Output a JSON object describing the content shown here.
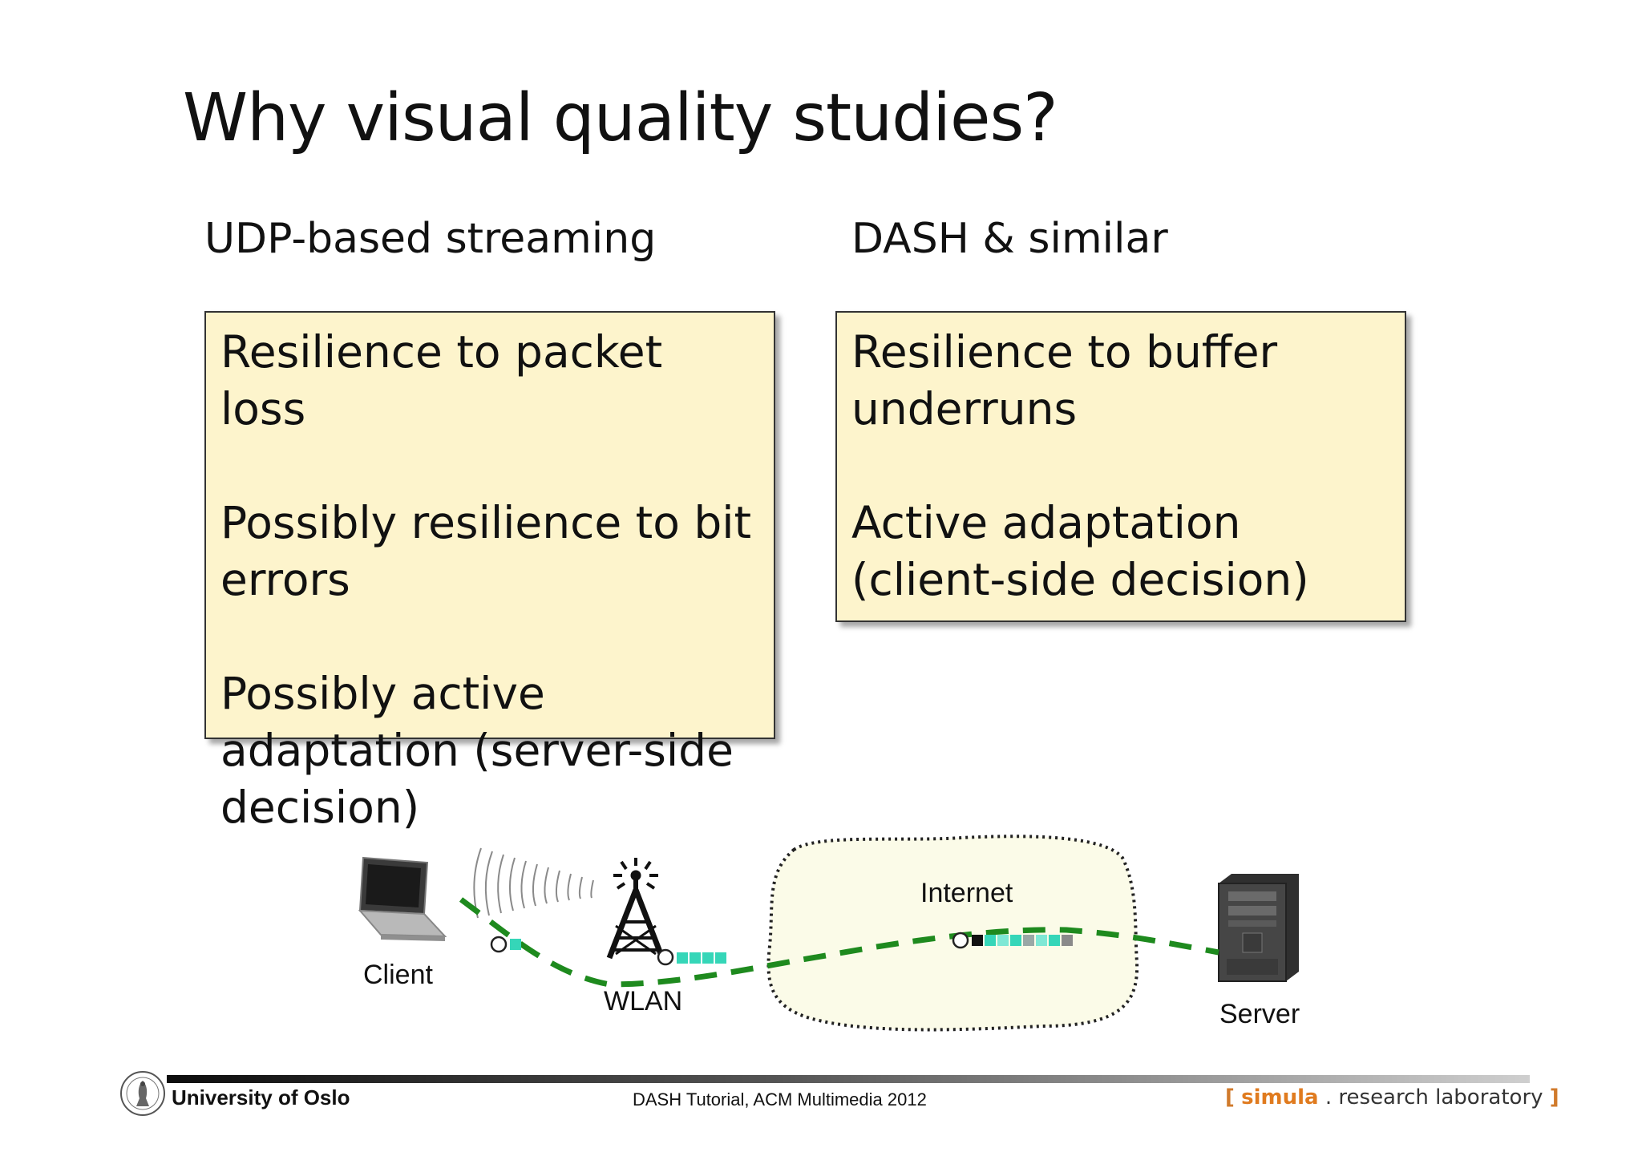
{
  "slide": {
    "title": "Why visual quality studies?",
    "left_heading": "UDP-based streaming",
    "right_heading": "DASH & similar",
    "left_box": [
      "Resilience to packet loss",
      "Possibly resilience to bit errors",
      "Possibly active adaptation (server-side decision)"
    ],
    "right_box": [
      "Resilience to buffer underruns",
      "Active adaptation (client-side decision)"
    ]
  },
  "diagram": {
    "client_label": "Client",
    "wlan_label": "WLAN",
    "internet_label": "Internet",
    "server_label": "Server",
    "path_color": "#1e8a1e",
    "packet_color": "#35d6b8",
    "cloud_fill": "#fbfbe8",
    "icons": [
      "laptop-icon",
      "wifi-waves-icon",
      "antenna-tower-icon",
      "server-tower-icon"
    ]
  },
  "footer": {
    "university": "University of Oslo",
    "event": "DASH Tutorial, ACM Multimedia 2012",
    "simula_open": "[",
    "simula_name": "simula",
    "simula_rest": ". research laboratory",
    "simula_close": "]"
  }
}
